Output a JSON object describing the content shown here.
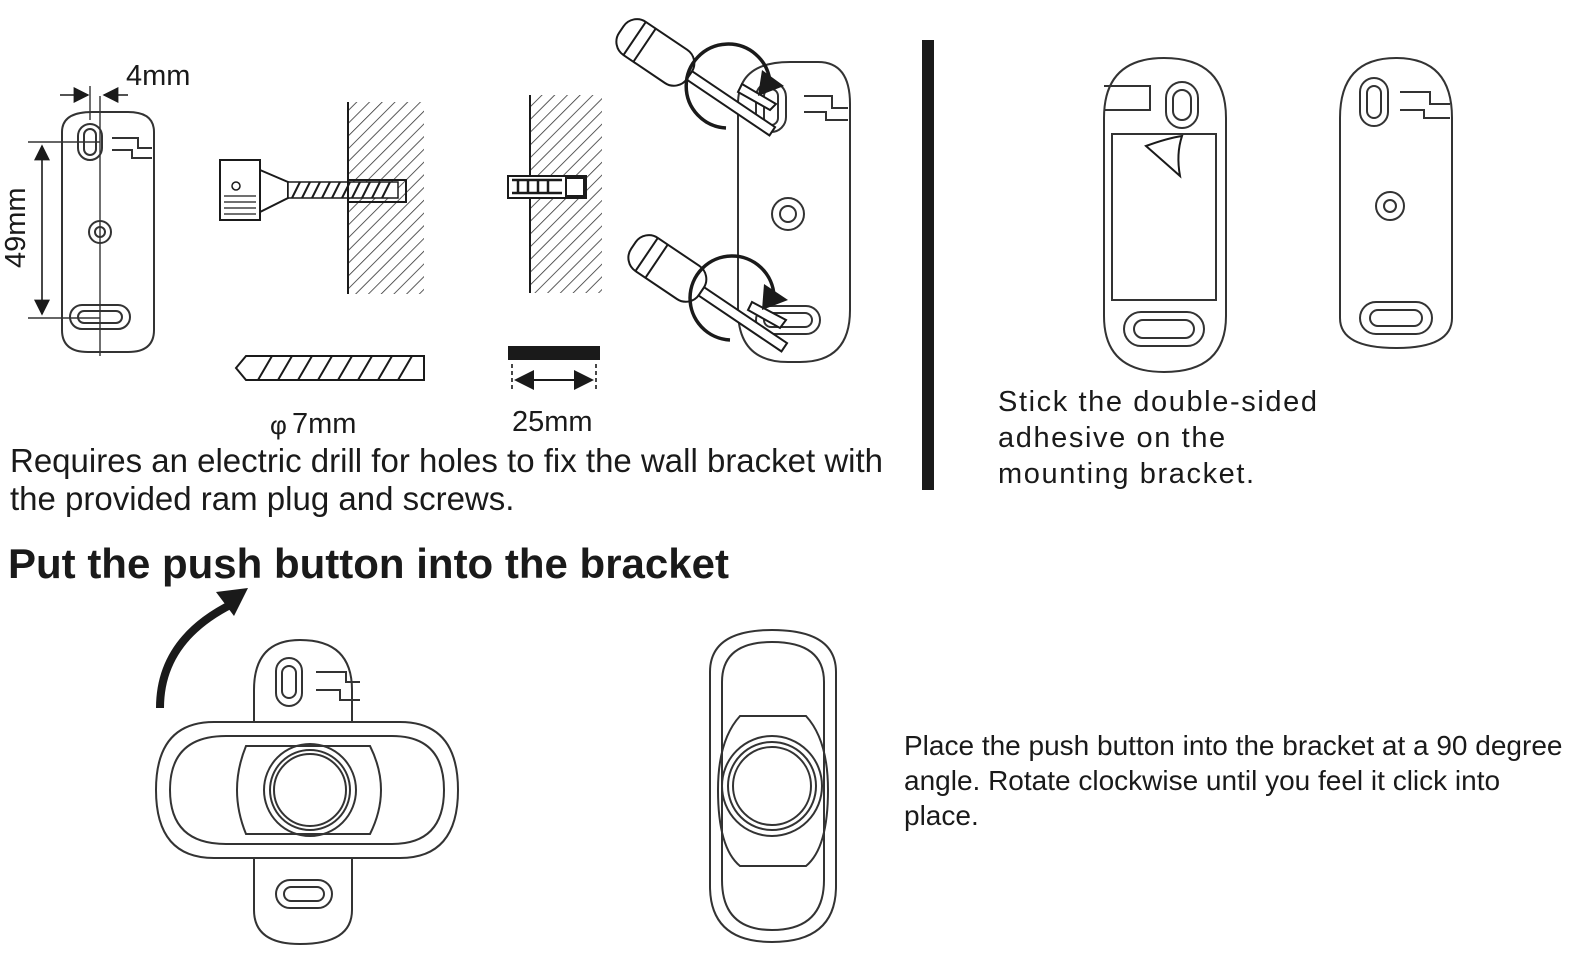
{
  "dimensions": {
    "bracket_hole_offset": "4mm",
    "bracket_hole_spacing": "49mm",
    "drill_diameter": "7mm",
    "drill_diameter_symbol": "φ",
    "plug_length": "25mm"
  },
  "instructions": {
    "drill_text": "Requires an electric drill for holes to fix the wall bracket with the provided ram plug and screws.",
    "adhesive_text": "Stick the double-sided adhesive on the mounting bracket.",
    "section_heading": "Put the push button into the bracket",
    "place_text": "Place the push button into the bracket at a 90 degree angle.  Rotate clockwise until you feel it click into place."
  },
  "colors": {
    "ink": "#1a1a1a",
    "line": "#333333",
    "divider": "#1a1a1a"
  },
  "icons": [
    "dimension-arrow-icon",
    "drill-bit-icon",
    "wall-plug-icon",
    "screwdriver-icon",
    "rotate-arrow-icon",
    "peel-sticker-icon"
  ]
}
